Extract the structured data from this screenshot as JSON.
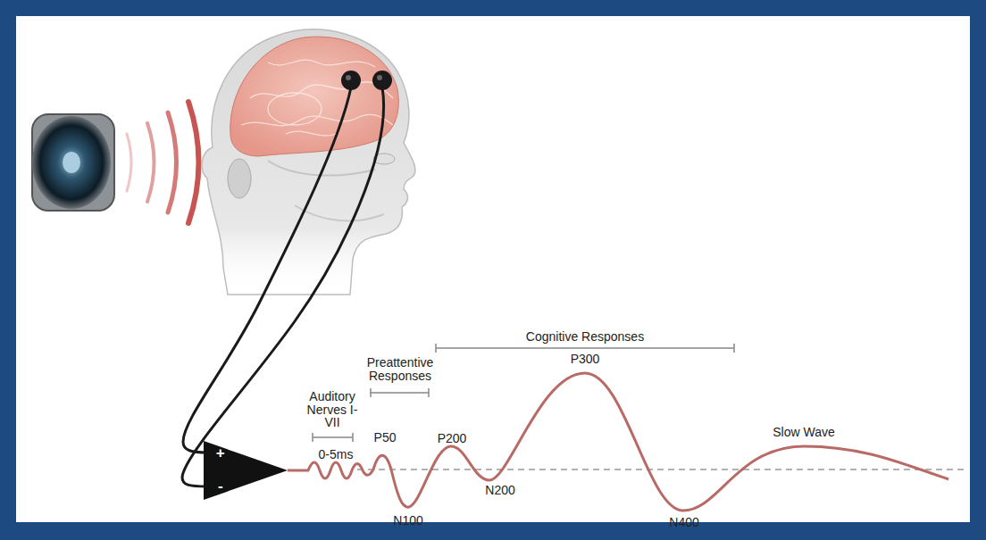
{
  "diagram": {
    "nodes": [
      {
        "text": [
          "+",
          "-"
        ]
      }
    ],
    "labels": [
      "Auditory Nerves I-VII",
      "0-5ms",
      "Preattentive Responses",
      "Cognitive Responses",
      "P50",
      "N100",
      "P200",
      "N200",
      "P300",
      "N400",
      "Slow Wave"
    ]
  }
}
